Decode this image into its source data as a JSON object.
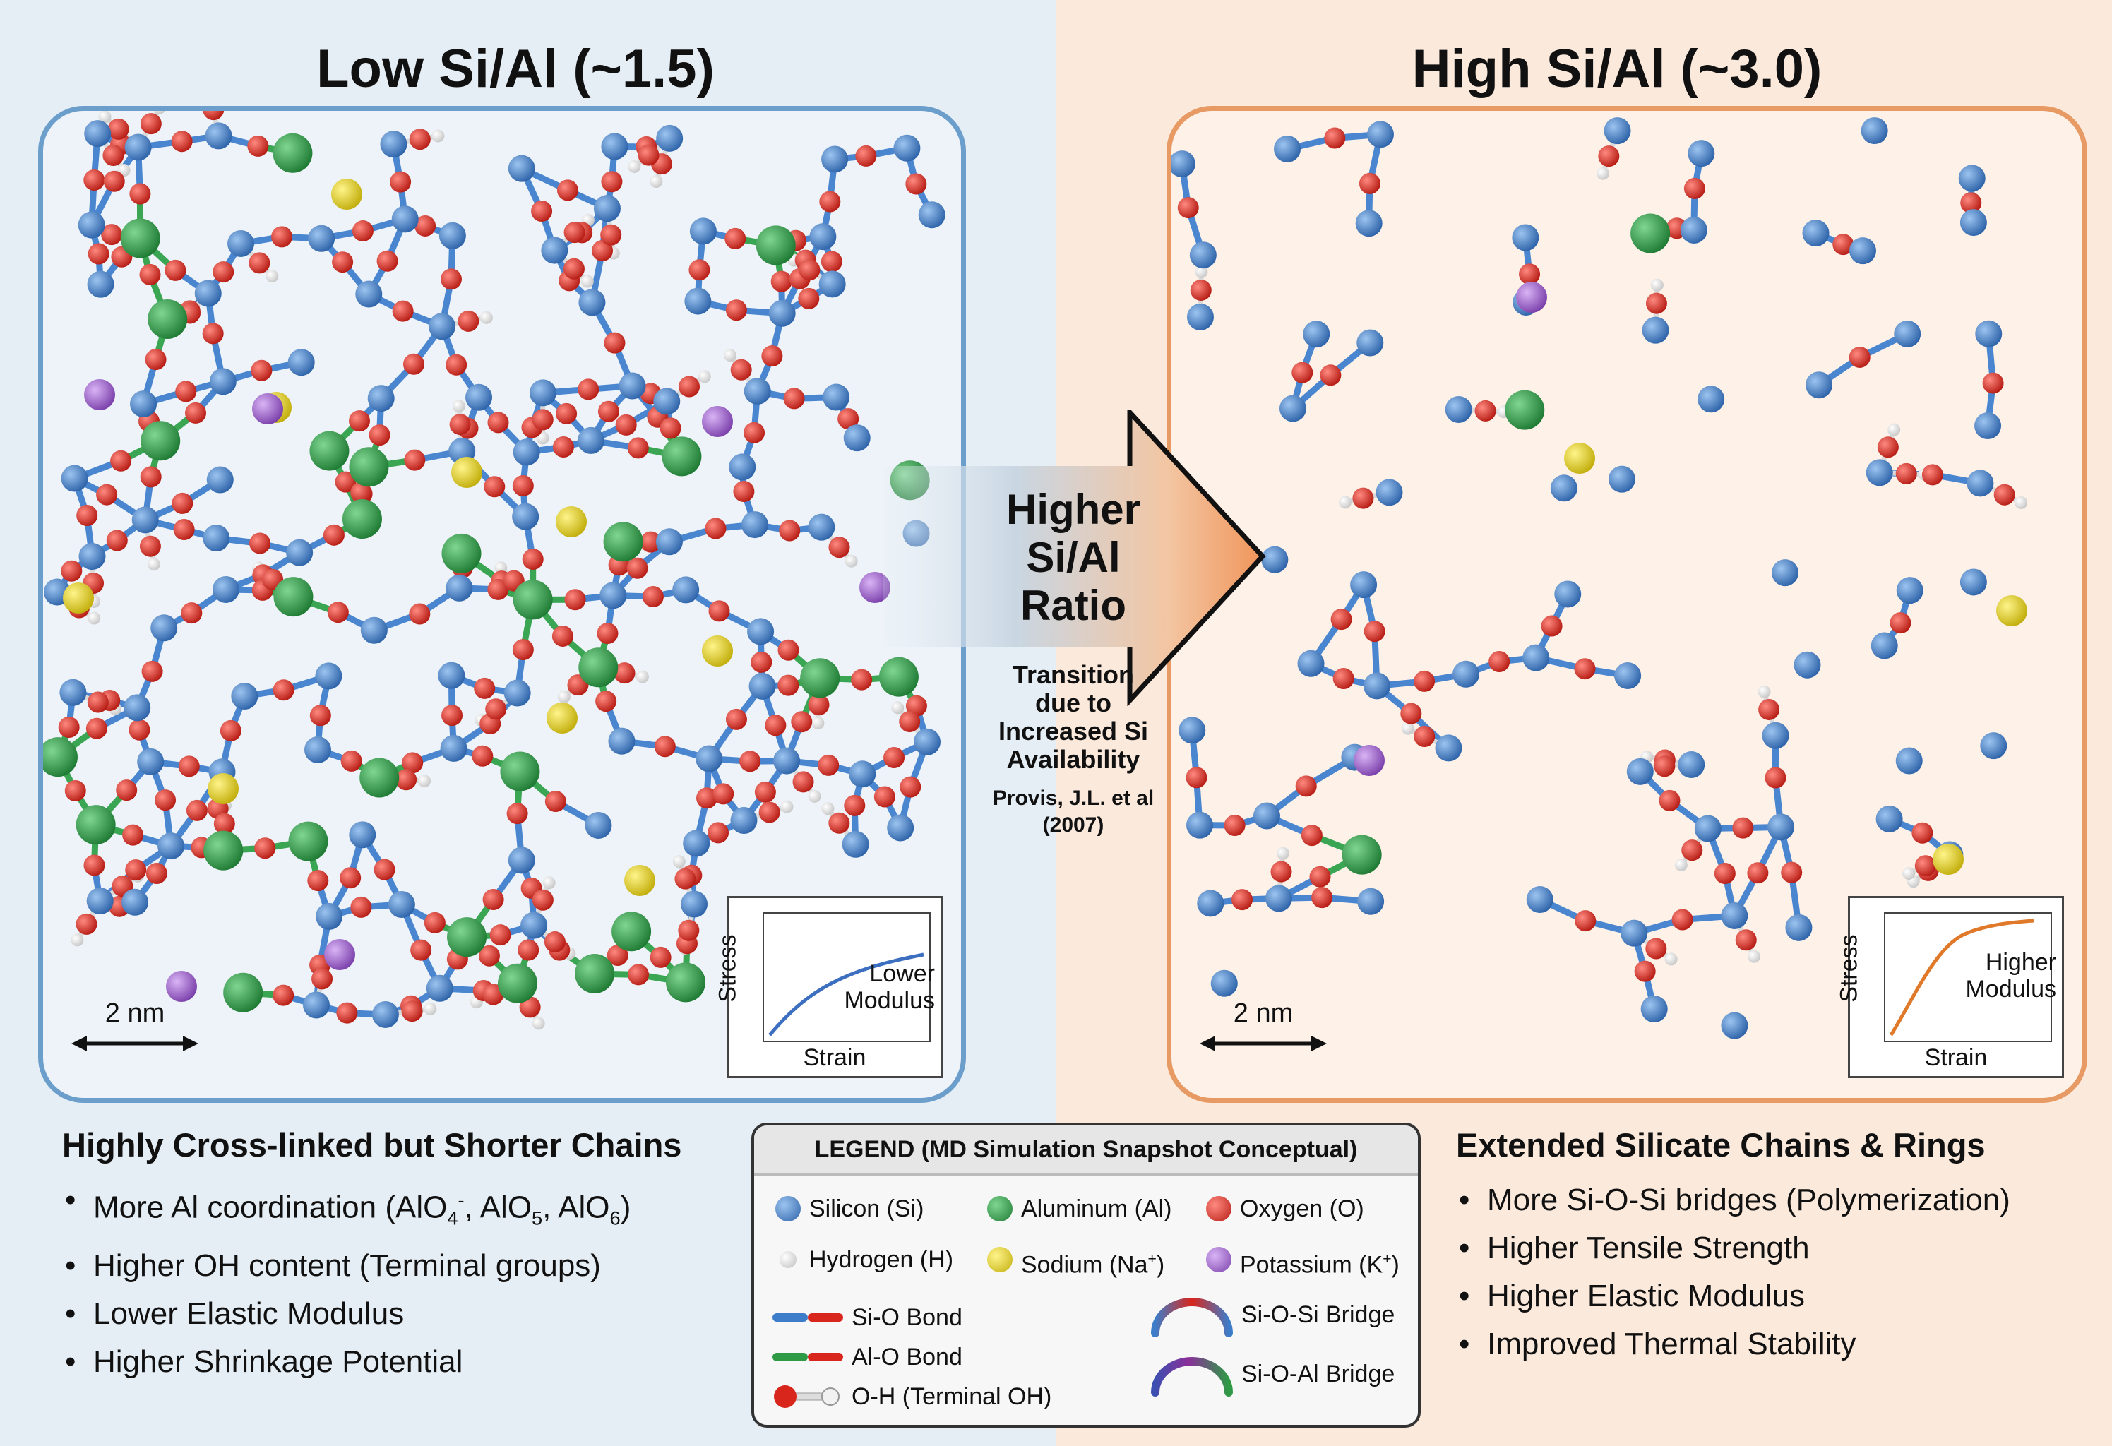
{
  "left": {
    "title": "Low Si/Al (~1.5)",
    "scale": "2 nm",
    "inset": {
      "ylabel": "Stress",
      "xlabel": "Strain",
      "note_line1": "Lower",
      "note_line2": "Modulus"
    },
    "heading": "Highly Cross-linked but Shorter Chains",
    "items": {
      "al_coord": {
        "prefix": "More Al coordination (AlO",
        "s1": "4",
        "sup1": "-",
        "mid1": ", AlO",
        "s2": "5",
        "mid2": ", AlO",
        "s3": "6",
        "suffix": ")"
      },
      "oh": "Higher OH content (Terminal groups)",
      "modulus": "Lower Elastic Modulus",
      "shrinkage": "Higher Shrinkage Potential"
    }
  },
  "right": {
    "title": "High Si/Al (~3.0)",
    "scale": "2 nm",
    "inset": {
      "ylabel": "Stress",
      "xlabel": "Strain",
      "note_line1": "Higher",
      "note_line2": "Modulus"
    },
    "heading": "Extended Silicate Chains & Rings",
    "items": [
      "More Si-O-Si bridges (Polymerization)",
      "Higher Tensile Strength",
      "Higher Elastic Modulus",
      "Improved Thermal Stability"
    ]
  },
  "arrow": {
    "line1": "Higher",
    "line2": "Si/Al",
    "line3": "Ratio",
    "sub1": "Transition",
    "sub2": "due to",
    "sub3": "Increased Si",
    "sub4": "Availability",
    "cite1": "Provis, J.L. et al",
    "cite2": "(2007)"
  },
  "legend": {
    "title": "LEGEND (MD Simulation Snapshot Conceptual)",
    "si": "Silicon (Si)",
    "al": "Aluminum (Al)",
    "o": "Oxygen (O)",
    "h": "Hydrogen (H)",
    "na_prefix": "Sodium (Na",
    "k_prefix": "Potassium (K",
    "plus": "+",
    "close": ")",
    "sio_bond": "Si-O Bond",
    "alo_bond": "Al-O Bond",
    "oh_bond": "O-H (Terminal OH)",
    "sisi_bridge": "Si-O-Si Bridge",
    "sial_bridge": "Si-O-Al Bridge"
  },
  "colors": {
    "si": "#3d7cc9",
    "al": "#2e9a45",
    "o": "#d8261c",
    "h": "#f2f2f2",
    "na": "#e3cf1a",
    "k": "#9b5fc9",
    "left_border": "#6c9ecb",
    "right_border": "#e79a63",
    "arrow": "#f0955a"
  }
}
